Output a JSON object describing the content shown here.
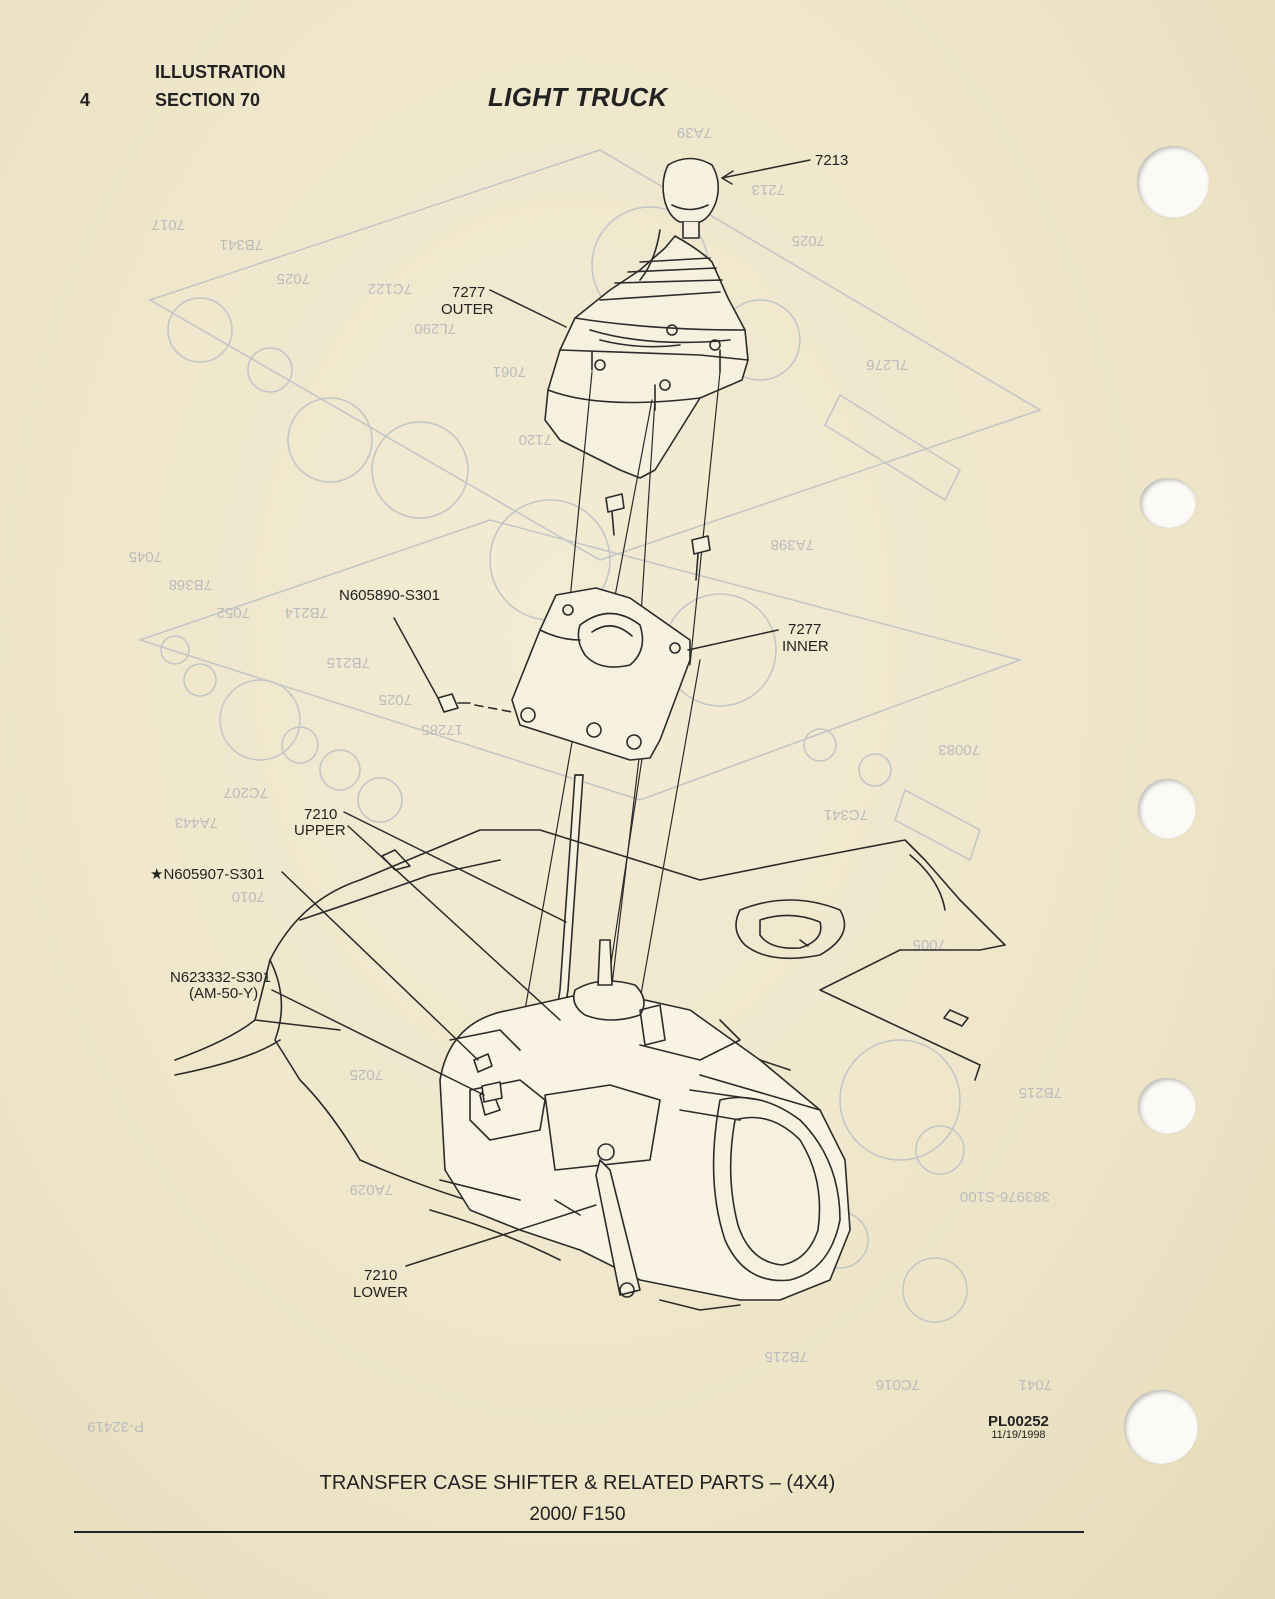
{
  "header": {
    "page_number": "4",
    "illustration_label": "ILLUSTRATION",
    "section_label": "SECTION 70",
    "title": "LIGHT TRUCK"
  },
  "callouts": {
    "knob": "7213",
    "outer_boot_num": "7277",
    "outer_boot_word": "OUTER",
    "bolt_upper": "N605890-S301",
    "inner_boot_num": "7277",
    "inner_boot_word": "INNER",
    "upper_lever_num": "7210",
    "upper_lever_word": "UPPER",
    "star_bolt": "★N605907-S301",
    "clip_num": "N623332-S301",
    "clip_spec": "(AM-50-Y)",
    "lower_lever_num": "7210",
    "lower_lever_word": "LOWER"
  },
  "show_through": [
    "7A39",
    "7213",
    "7025",
    "7017",
    "7B341",
    "7C122",
    "7025",
    "7L290",
    "7061",
    "7120",
    "7A398",
    "7L276",
    "7045",
    "7B368",
    "7052",
    "7B214",
    "7B215",
    "7025",
    "17285",
    "70083",
    "7C207",
    "7A443",
    "7C341",
    "7010",
    "7005",
    "7025",
    "7A029",
    "7B215",
    "383976-S100",
    "7B215",
    "7C016",
    "7041",
    "P-32419"
  ],
  "plate": {
    "code": "PL00252",
    "date": "11/19/1998"
  },
  "caption": {
    "title": "TRANSFER CASE SHIFTER & RELATED PARTS – (4X4)",
    "model": "2000/ F150"
  },
  "colors": {
    "paper": "#efe6ca",
    "ink": "#222222",
    "ghost_ink": "#b9bcbe"
  }
}
